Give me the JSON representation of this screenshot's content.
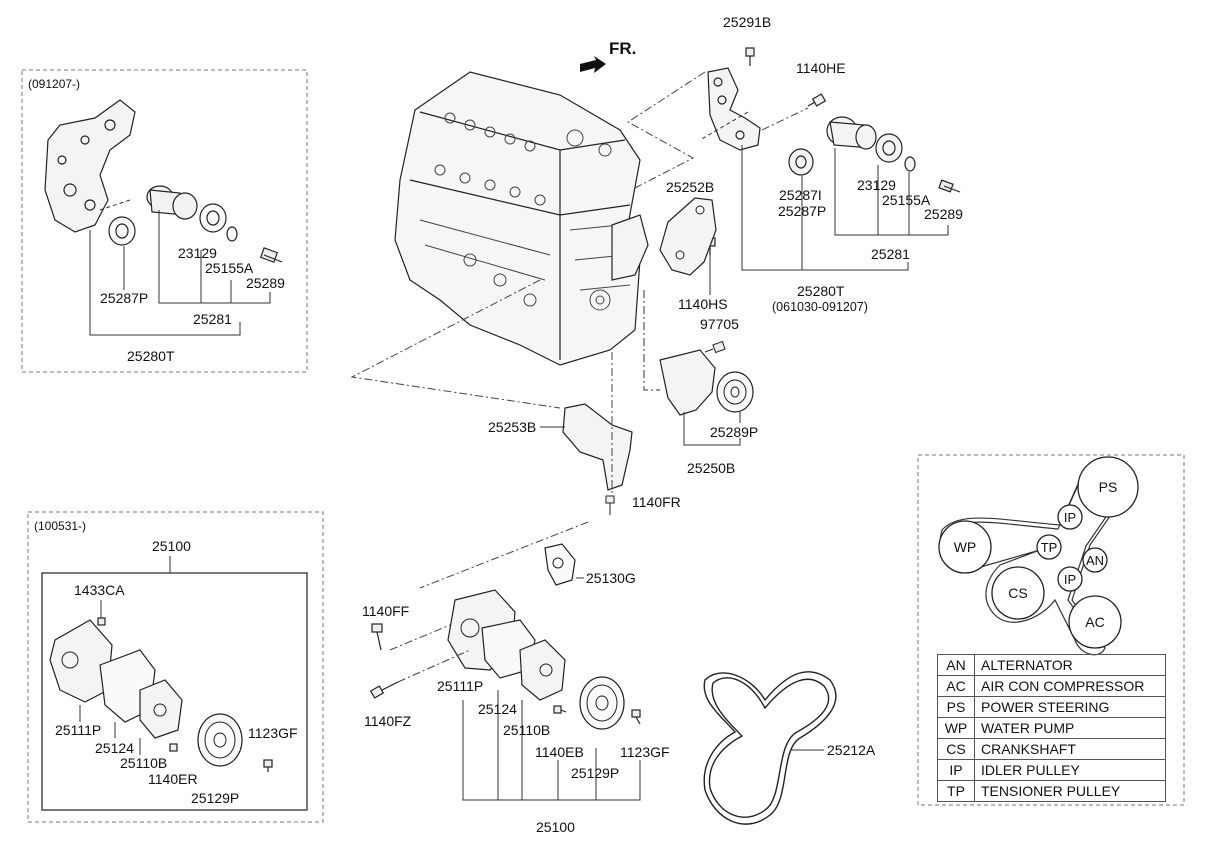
{
  "direction": {
    "label": "FR."
  },
  "groups": {
    "top_left": {
      "tag": "(091207-)"
    },
    "bottom_left": {
      "tag": "(100531-)",
      "assembly_label": "25100"
    }
  },
  "labels": {
    "top_left_23129": "23129",
    "top_left_25155A": "25155A",
    "top_left_25289": "25289",
    "top_left_25287P": "25287P",
    "top_left_25281": "25281",
    "top_left_25280T": "25280T",
    "p25291B": "25291B",
    "p1140HE": "1140HE",
    "p25252B": "25252B",
    "p25287I": "25287I",
    "p25287P": "25287P",
    "p23129": "23129",
    "p25155A": "25155A",
    "p25289": "25289",
    "p25281": "25281",
    "p25280T": "25280T",
    "p25280T_range": "(061030-091207)",
    "p1140HS": "1140HS",
    "p97705": "97705",
    "p25253B": "25253B",
    "p25289P": "25289P",
    "p25250B": "25250B",
    "p1140FR": "1140FR",
    "p25130G": "25130G",
    "p1140FF": "1140FF",
    "p1140FZ": "1140FZ",
    "p25111P": "25111P",
    "p25124": "25124",
    "p25110B": "25110B",
    "p1140EB": "1140EB",
    "p1123GF": "1123GF",
    "p25129P": "25129P",
    "p25100": "25100",
    "p25212A": "25212A",
    "bl_1433CA": "1433CA",
    "bl_25111P": "25111P",
    "bl_25124": "25124",
    "bl_25110B": "25110B",
    "bl_1140ER": "1140ER",
    "bl_1123GF": "1123GF",
    "bl_25129P": "25129P"
  },
  "belt_diagram": {
    "pulleys": [
      {
        "code": "PS"
      },
      {
        "code": "IP"
      },
      {
        "code": "WP"
      },
      {
        "code": "TP"
      },
      {
        "code": "AN"
      },
      {
        "code": "IP"
      },
      {
        "code": "CS"
      },
      {
        "code": "AC"
      }
    ],
    "legend": [
      {
        "code": "AN",
        "name": "ALTERNATOR"
      },
      {
        "code": "AC",
        "name": "AIR CON COMPRESSOR"
      },
      {
        "code": "PS",
        "name": "POWER STEERING"
      },
      {
        "code": "WP",
        "name": "WATER PUMP"
      },
      {
        "code": "CS",
        "name": "CRANKSHAFT"
      },
      {
        "code": "IP",
        "name": "IDLER PULLEY"
      },
      {
        "code": "TP",
        "name": "TENSIONER PULLEY"
      }
    ]
  }
}
